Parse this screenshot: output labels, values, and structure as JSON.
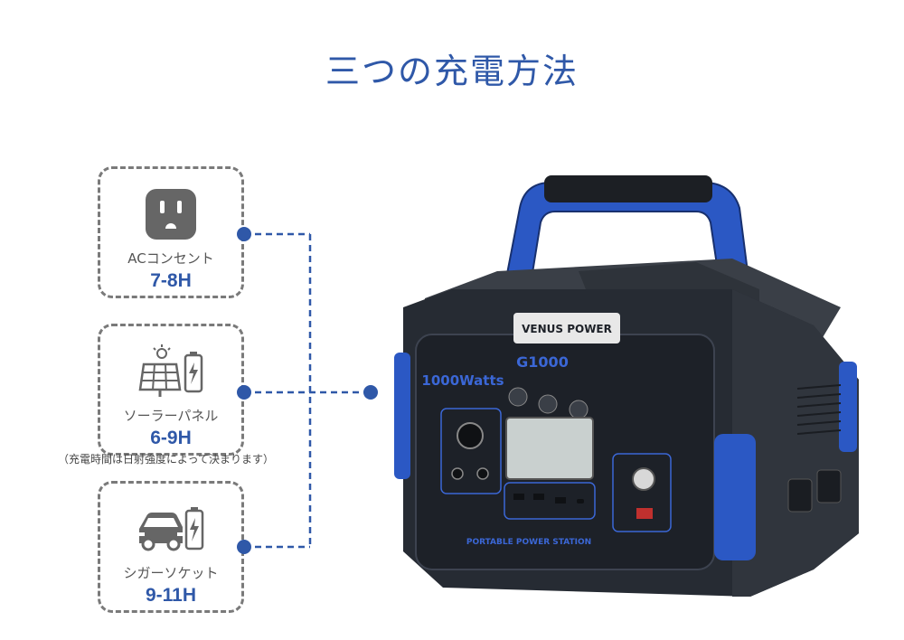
{
  "title": "三つの充電方法",
  "methods": [
    {
      "icon": "ac-outlet-icon",
      "label": "ACコンセント",
      "time": "7-8H"
    },
    {
      "icon": "solar-panel-battery-icon",
      "label": "ソーラーパネル",
      "time": "6-9H"
    },
    {
      "icon": "car-battery-icon",
      "label": "シガーソケット",
      "time": "9-11H"
    }
  ],
  "note": "（充電時間は日射強度によって決まります）",
  "product": {
    "brand": "VENUS POWER",
    "model": "G1000",
    "watts": "1000Watts",
    "caption": "PORTABLE POWER STATION"
  },
  "colors": {
    "accent": "#2f58a8",
    "device_body": "#262b33",
    "device_blue": "#2b58c4"
  }
}
